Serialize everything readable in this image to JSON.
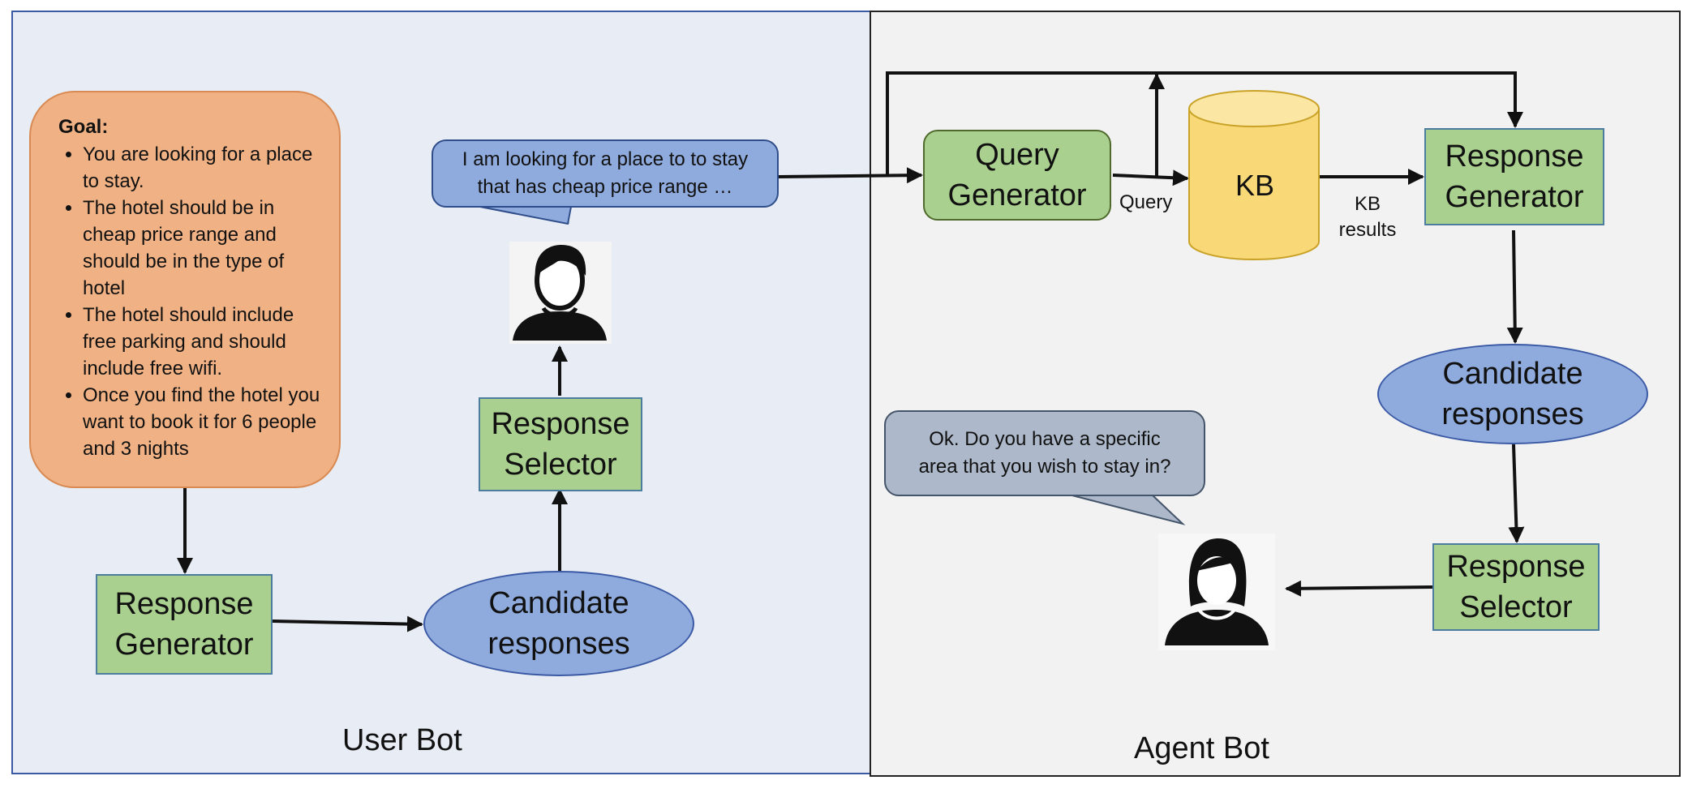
{
  "user_bot": {
    "label": "User Bot",
    "goal": {
      "title": "Goal:",
      "items": [
        "You are looking for a place to stay.",
        "The hotel should be in cheap price range and should be in the type of hotel",
        "The hotel should include free parking and should include free wifi.",
        "Once you find the hotel you want to book it for 6 people and 3 nights"
      ]
    },
    "response_generator": "Response\nGenerator",
    "candidate_responses": "Candidate\nresponses",
    "response_selector": "Response\nSelector",
    "speech": "I am looking for a place to to stay\nthat has cheap price range …"
  },
  "agent_bot": {
    "label": "Agent Bot",
    "query_generator": "Query\nGenerator",
    "query_label": "Query",
    "kb": "KB",
    "kb_results_label": "KB\nresults",
    "response_generator": "Response\nGenerator",
    "candidate_responses": "Candidate\nresponses",
    "response_selector": "Response\nSelector",
    "speech": "Ok. Do you have a specific\narea that you wish to stay in?"
  },
  "colors": {
    "user_panel_bg": "#e8ecf4",
    "agent_panel_bg": "#f2f2f2",
    "goal_fill": "#f0b184",
    "module_fill": "#a9d08e",
    "ellipse_fill": "#8faadc",
    "kb_fill": "#f8d877"
  },
  "icons": {
    "user_avatar": "male-user-icon",
    "agent_avatar": "female-user-icon"
  }
}
